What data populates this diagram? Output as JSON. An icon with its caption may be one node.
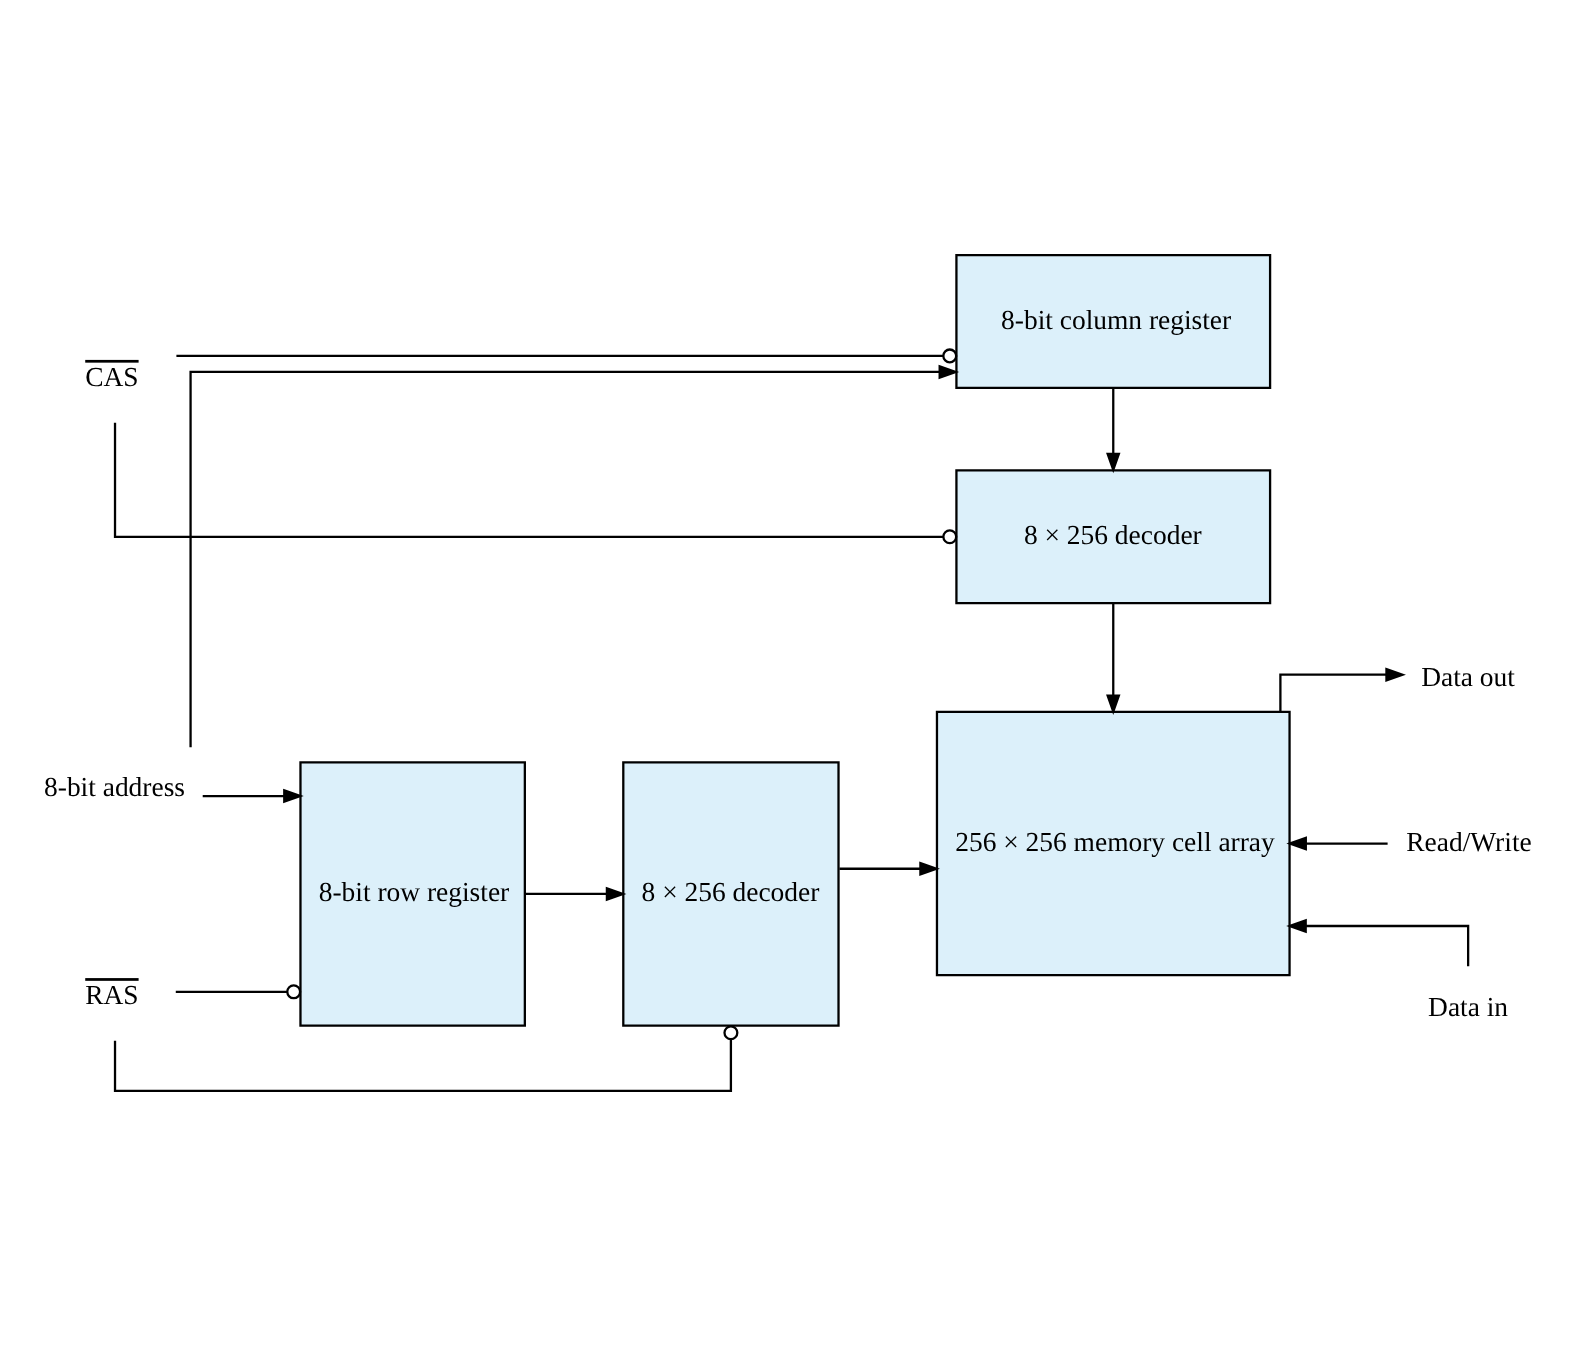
{
  "diagram": {
    "nodes": [
      {
        "text": [
          "CAS"
        ]
      },
      {
        "text": [
          "RAS"
        ]
      },
      {
        "text": [
          "8-bit address"
        ]
      },
      {
        "text": [
          "8-bit column register"
        ]
      },
      {
        "text": [
          "8 × 256 decoder"
        ]
      },
      {
        "text": [
          "8-bit row register"
        ]
      },
      {
        "text": [
          "8 × 256 decoder"
        ]
      },
      {
        "text": [
          "256 × 256 memory cell array"
        ]
      },
      {
        "text": [
          "Read/Write"
        ]
      },
      {
        "text": [
          "Data in"
        ]
      },
      {
        "text": [
          "Data out"
        ]
      }
    ],
    "edges": [
      {
        "from": 2,
        "to": 3,
        "arrow": "to"
      },
      {
        "from": 0,
        "to": 3,
        "arrow": "other"
      },
      {
        "from": 0,
        "to": 4,
        "arrow": "other"
      },
      {
        "from": 3,
        "to": 4,
        "arrow": "to"
      },
      {
        "from": 4,
        "to": 7,
        "arrow": "to"
      },
      {
        "from": 1,
        "to": 5,
        "arrow": "other"
      },
      {
        "from": 1,
        "to": 6,
        "arrow": "other"
      },
      {
        "from": 2,
        "to": 5,
        "arrow": "to"
      },
      {
        "from": 5,
        "to": 6,
        "arrow": "to"
      },
      {
        "from": 6,
        "to": 7,
        "arrow": "to"
      },
      {
        "from": 8,
        "to": 7,
        "arrow": "to"
      },
      {
        "from": 9,
        "to": 7,
        "arrow": "to"
      },
      {
        "from": 7,
        "to": 10,
        "arrow": "to"
      }
    ]
  }
}
